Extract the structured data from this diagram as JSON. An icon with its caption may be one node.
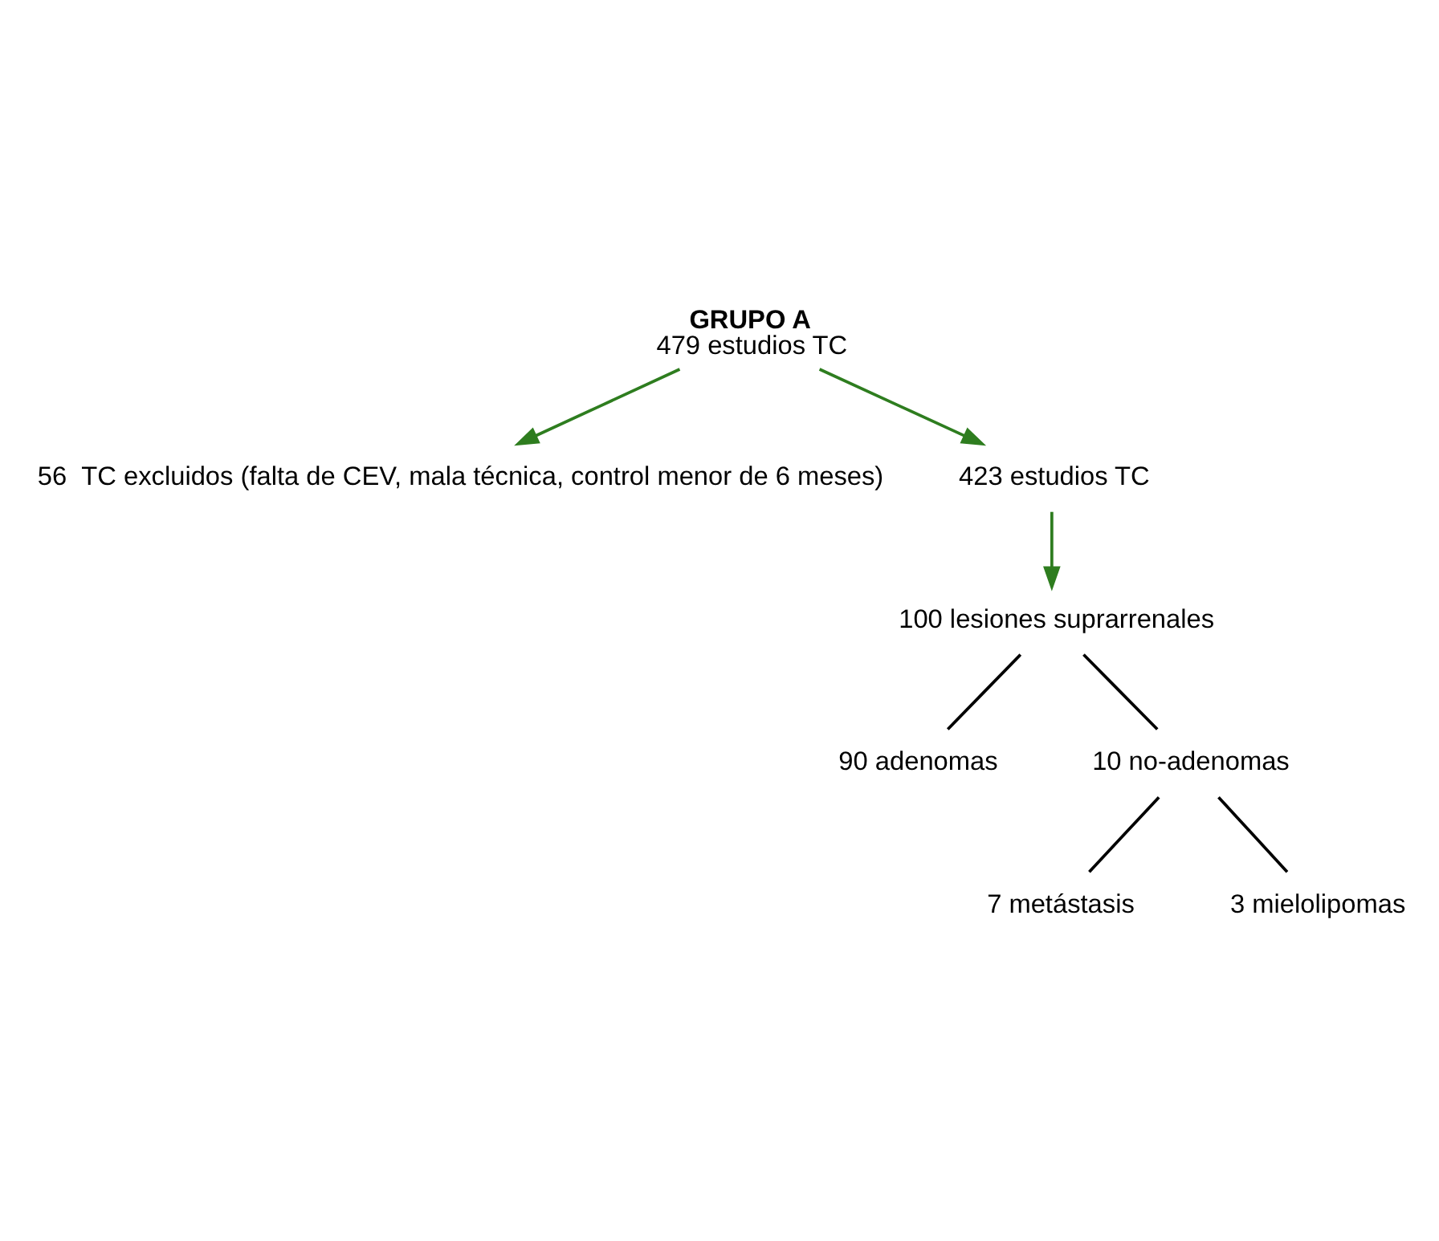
{
  "diagram": {
    "nodes": [
      {
        "text": [
          "GRUPO A",
          "479 estudios TC"
        ]
      },
      {
        "text": [
          "56  TC excluidos (falta de CEV, mala técnica, control menor de 6 meses)"
        ]
      },
      {
        "text": [
          "423 estudios TC"
        ]
      },
      {
        "text": [
          "100 lesiones suprarrenales"
        ]
      },
      {
        "text": [
          "90 adenomas"
        ]
      },
      {
        "text": [
          "10 no-adenomas"
        ]
      },
      {
        "text": [
          "7 metástasis"
        ]
      },
      {
        "text": [
          "3 mielolipomas"
        ]
      }
    ],
    "edges": [
      {
        "from": 0,
        "to": 1,
        "arrow": "to",
        "color": "#2e7d1f"
      },
      {
        "from": 0,
        "to": 2,
        "arrow": "to",
        "color": "#2e7d1f"
      },
      {
        "from": 2,
        "to": 3,
        "arrow": "to",
        "color": "#2e7d1f"
      },
      {
        "from": 3,
        "to": 4,
        "arrow": "none"
      },
      {
        "from": 3,
        "to": 5,
        "arrow": "none"
      },
      {
        "from": 5,
        "to": 6,
        "arrow": "none"
      },
      {
        "from": 5,
        "to": 7,
        "arrow": "none"
      }
    ]
  }
}
